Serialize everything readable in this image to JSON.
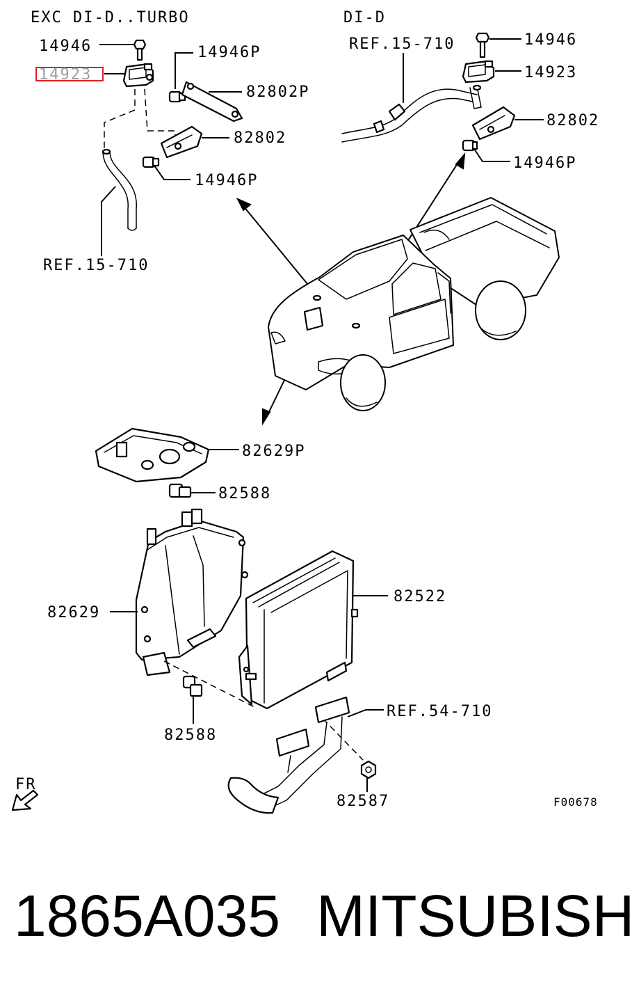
{
  "header": {
    "left_variant": "EXC DI-D..TURBO",
    "right_variant": "DI-D"
  },
  "labels": {
    "l_14946": "14946",
    "l_14923": "14923",
    "l_14946p_a": "14946P",
    "l_82802p": "82802P",
    "l_82802_a": "82802",
    "l_14946p_b": "14946P",
    "l_ref_15710_a": "REF.15-710",
    "r_ref_15710": "REF.15-710",
    "r_14946": "14946",
    "r_14923": "14923",
    "r_82802": "82802",
    "r_14946p": "14946P",
    "b_82629p": "82629P",
    "b_82588_a": "82588",
    "b_82522": "82522",
    "b_82629": "82629",
    "b_ref_54710": "REF.54-710",
    "b_82588_b": "82588",
    "b_82587": "82587",
    "fr": "FR",
    "figure_code": "F00678"
  },
  "highlight": {
    "part": "14923",
    "color": "#e02020"
  },
  "footer": {
    "part_number": "1865A035",
    "brand": "MITSUBISHI"
  }
}
